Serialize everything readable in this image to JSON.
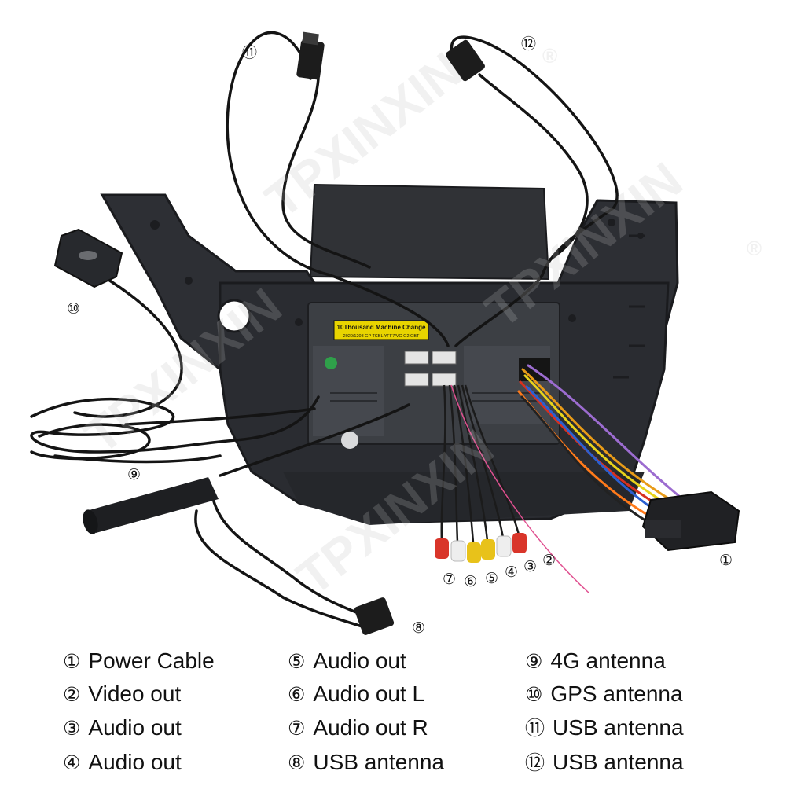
{
  "watermark": {
    "text": "TPXINXIN",
    "mark": "®"
  },
  "connector_texts": {
    "sticker_title": "10Thousand Machine Change",
    "sticker_sub": "2020/1208 GP TCBL YFF7/VG G2 GBT"
  },
  "callouts": {
    "c1": "①",
    "c2": "②",
    "c3": "③",
    "c4": "④",
    "c5": "⑤",
    "c6": "⑥",
    "c7": "⑦",
    "c8": "⑧",
    "c9": "⑨",
    "c10": "⑩",
    "c11": "⑪",
    "c12": "⑫"
  },
  "legend": [
    {
      "num": "①",
      "label": "Power Cable"
    },
    {
      "num": "②",
      "label": "Video out"
    },
    {
      "num": "③",
      "label": "Audio out"
    },
    {
      "num": "④",
      "label": "Audio out"
    },
    {
      "num": "⑤",
      "label": "Audio out"
    },
    {
      "num": "⑥",
      "label": "Audio out L"
    },
    {
      "num": "⑦",
      "label": "Audio out R"
    },
    {
      "num": "⑧",
      "label": "USB antenna"
    },
    {
      "num": "⑨",
      "label": "4G antenna"
    },
    {
      "num": "⑩",
      "label": "GPS antenna"
    },
    {
      "num": "⑪",
      "label": "USB antenna"
    },
    {
      "num": "⑫",
      "label": "USB antenna"
    }
  ],
  "colors": {
    "housing": "#2a2c31",
    "cable": "#141414",
    "sticker": "#e8d400",
    "rca_red": "#d9352a",
    "rca_white": "#eeeeee",
    "rca_yellow": "#e8c21a"
  }
}
